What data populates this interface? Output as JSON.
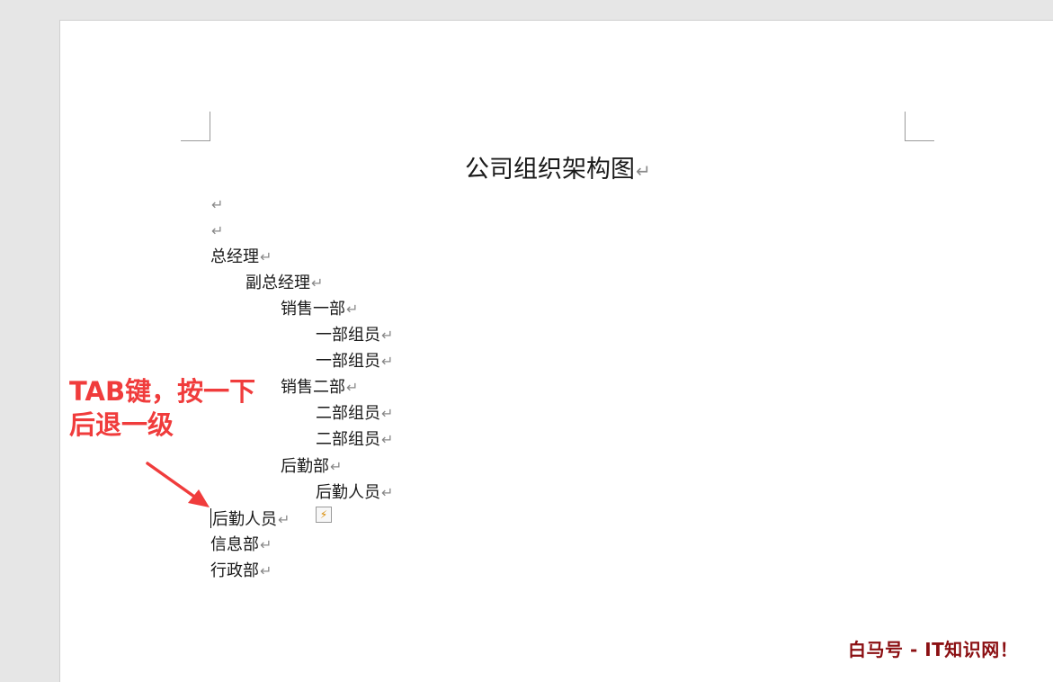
{
  "document": {
    "title": "公司组织架构图",
    "paragraph_mark": "↵",
    "lines": [
      {
        "text": "",
        "level": 0
      },
      {
        "text": "",
        "level": 0
      },
      {
        "text": "总经理",
        "level": 0
      },
      {
        "text": "副总经理",
        "level": 1
      },
      {
        "text": "销售一部",
        "level": 2
      },
      {
        "text": "一部组员",
        "level": 3
      },
      {
        "text": "一部组员",
        "level": 3
      },
      {
        "text": "销售二部",
        "level": 2
      },
      {
        "text": "二部组员",
        "level": 3
      },
      {
        "text": "二部组员",
        "level": 3
      },
      {
        "text": "后勤部",
        "level": 2
      },
      {
        "text": "后勤人员",
        "level": 3
      },
      {
        "text": "后勤人员",
        "level": 0,
        "has_cursor": true
      },
      {
        "text": "信息部",
        "level": 0
      },
      {
        "text": "行政部",
        "level": 0
      }
    ]
  },
  "annotation": {
    "line1": "TAB键，按一下",
    "line2": "后退一级",
    "color": "#f03c3c"
  },
  "paste_options_icon": "paste-options-icon",
  "watermark": {
    "text": "白马号 - IT知识网！",
    "color": "#8b0f12"
  }
}
